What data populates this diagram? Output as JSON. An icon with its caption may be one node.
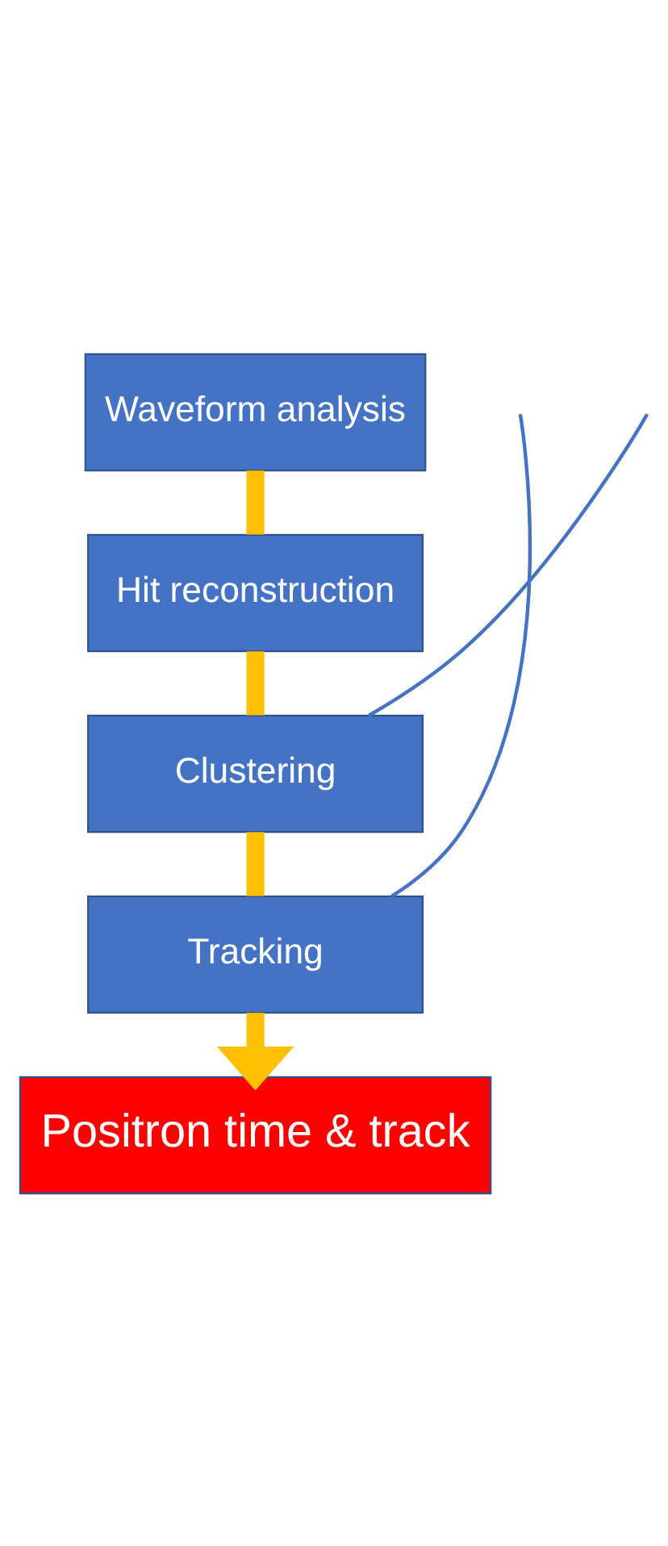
{
  "diagram": {
    "nodes": [
      {
        "text": [
          "Waveform analysis"
        ]
      },
      {
        "text": [
          "Hit reconstruction"
        ]
      },
      {
        "text": [
          "Clustering"
        ]
      },
      {
        "text": [
          "Tracking"
        ]
      },
      {
        "text": [
          "Positron time & track"
        ]
      }
    ],
    "edges": [
      {
        "from": 0,
        "to": 1,
        "arrow": "none"
      },
      {
        "from": 1,
        "to": 2,
        "arrow": "none"
      },
      {
        "from": 2,
        "to": 3,
        "arrow": "none"
      },
      {
        "from": 3,
        "to": 4,
        "arrow": "to"
      },
      {
        "from": null,
        "to": 2,
        "arrow": "none",
        "color": "#4472c4"
      },
      {
        "from": null,
        "to": 3,
        "arrow": "none",
        "color": "#4472c4"
      }
    ]
  }
}
